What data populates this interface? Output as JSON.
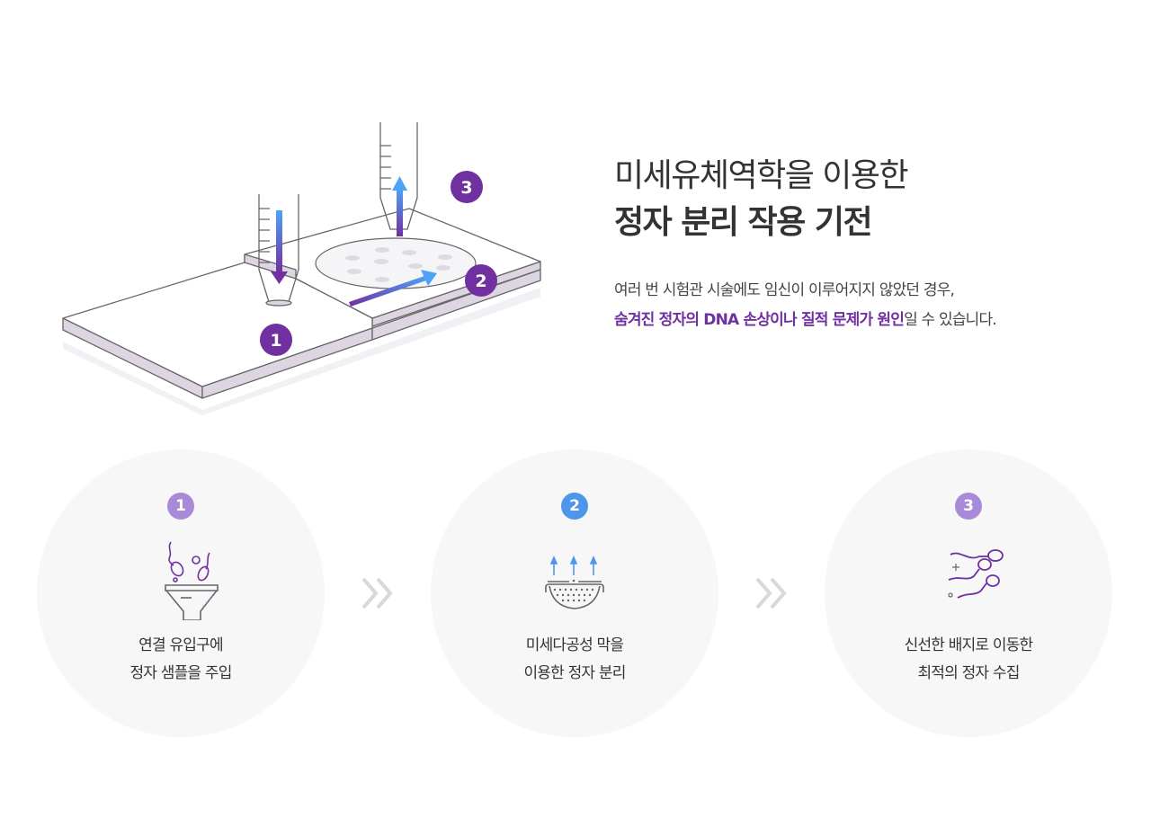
{
  "illustration": {
    "markers": [
      "1",
      "2",
      "3"
    ],
    "marker_color": "#7030a0",
    "arrow_gradient": [
      "#4da3f7",
      "#7030a0"
    ]
  },
  "heading": {
    "line1": "미세유체역학을 이용한",
    "line2": "정자 분리 작용 기전"
  },
  "description": {
    "line1": "여러 번 시험관 시술에도 임신이 이루어지지 않았던 경우,",
    "line2_highlight": "숨겨진 정자의 DNA 손상이나 질적 문제가 원인",
    "line2_rest": "일 수 있습니다."
  },
  "steps": [
    {
      "number": "1",
      "color": "#a98ad9",
      "icon": "funnel-sperm-icon",
      "line1": "연결 유입구에",
      "line2": "정자 샘플을 주입"
    },
    {
      "number": "2",
      "color": "#4e96ec",
      "icon": "strainer-membrane-icon",
      "line1": "미세다공성 막을",
      "line2": "이용한 정자 분리"
    },
    {
      "number": "3",
      "color": "#a98ad9",
      "icon": "swimming-sperm-icon",
      "line1": "신선한 배지로 이동한",
      "line2": "최적의 정자 수집"
    }
  ],
  "colors": {
    "accent": "#7030a0",
    "circle_bg": "#f7f7f7",
    "chevron": "#d9d9d9"
  }
}
